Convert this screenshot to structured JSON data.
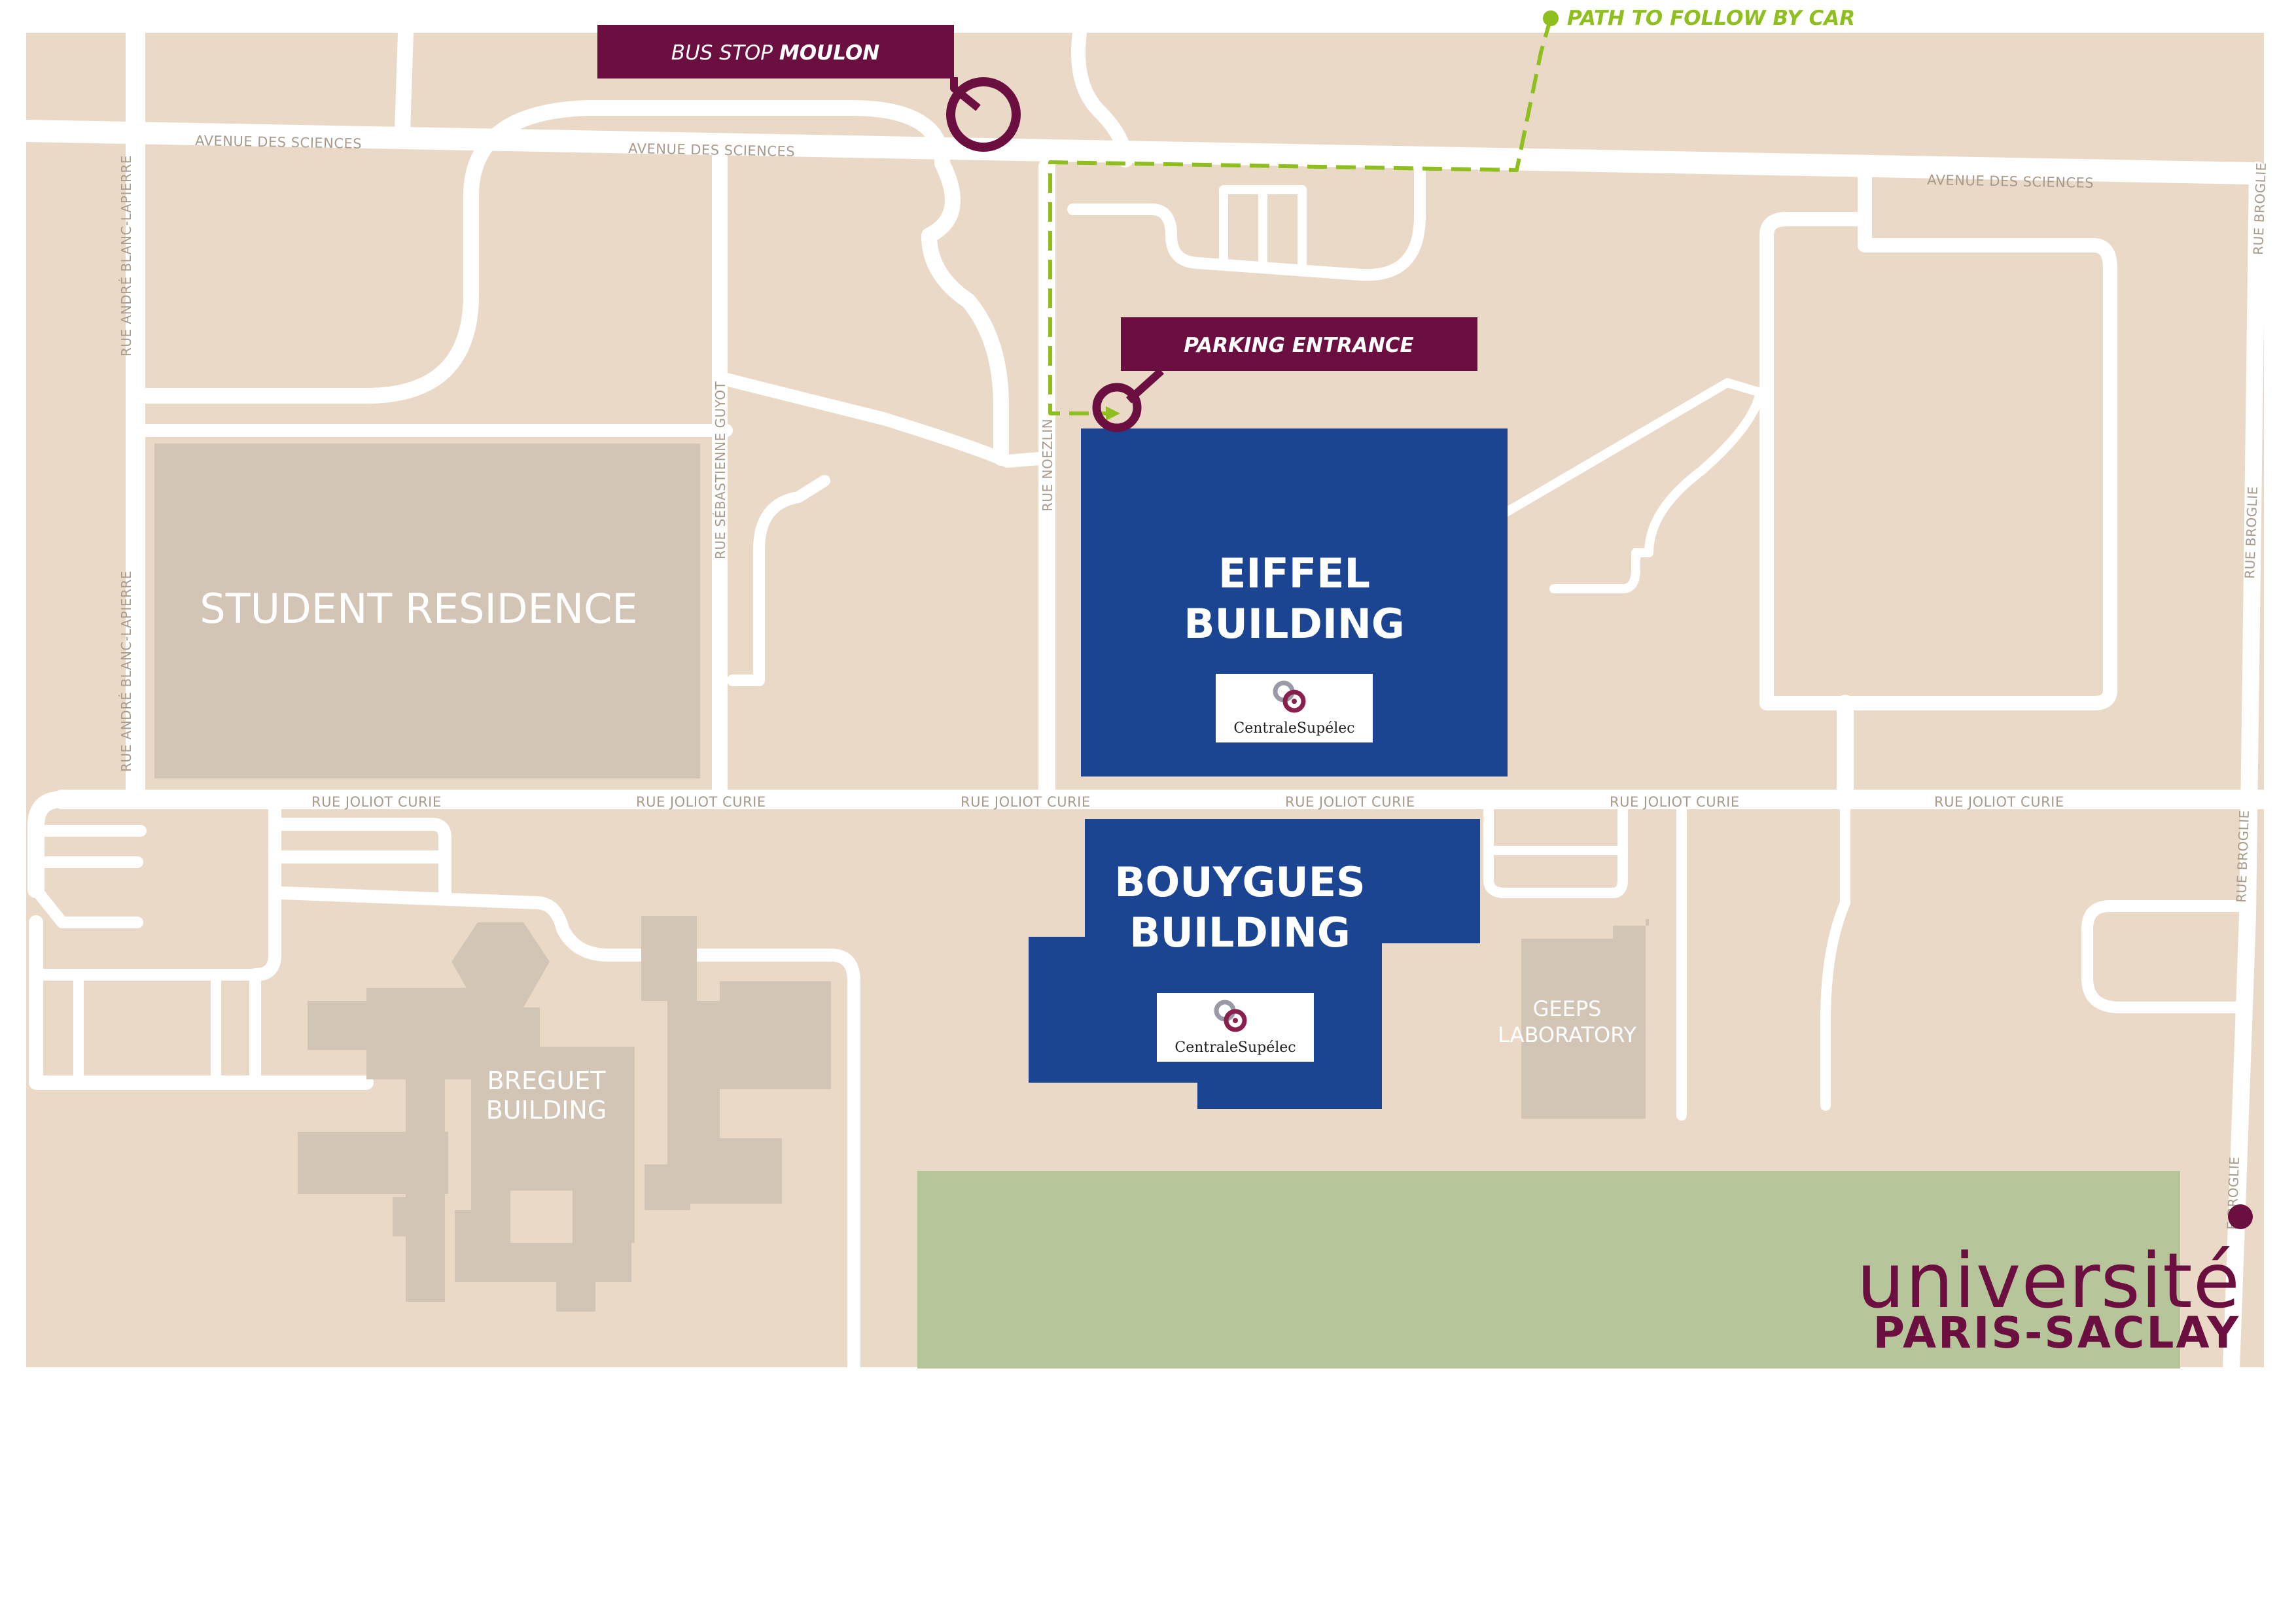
{
  "legend": {
    "label": "PATH TO FOLLOW BY CAR"
  },
  "callouts": {
    "bus_stop_prefix": "BUS STOP ",
    "bus_stop_name": "MOULON",
    "parking": "PARKING ENTRANCE"
  },
  "roads": {
    "avenue_des_sciences": "AVENUE DES SCIENCES",
    "rue_joliot_curie": "RUE JOLIOT CURIE",
    "rue_andre_blanc_lapierre": "RUE ANDRÉ BLANC-LAPIERRE",
    "rue_sebastienne_guyot": "RUE SÉBASTIENNE GUYOT",
    "rue_noezlin": "RUE NOEZLIN",
    "rue_broglie": "RUE BROGLIE",
    "rue_de_broglie_partial": "E BROGLIE"
  },
  "buildings": {
    "eiffel": {
      "line1": "EIFFEL",
      "line2": "BUILDING"
    },
    "bouygues": {
      "line1": "BOUYGUES",
      "line2": "BUILDING"
    },
    "student_residence": "STUDENT RESIDENCE",
    "breguet": {
      "line1": "BREGUET",
      "line2": "BUILDING"
    },
    "geeps": {
      "line1": "GEEPS",
      "line2": "LABORATORY"
    }
  },
  "logos": {
    "centralesupelec": "CentraleSupélec",
    "university_line1": "université",
    "university_line2": "PARIS-SACLAY"
  },
  "colors": {
    "land": "#ead9c7",
    "road": "#ffffff",
    "building_blue": "#1b4593",
    "building_grey": "#d3c5b5",
    "green_area": "#b7c59a",
    "callout": "#6a0f3f",
    "car_path": "#8fbf1e",
    "road_label": "#a89b8c"
  },
  "icons": [
    "bus-stop-marker-icon",
    "parking-entrance-marker-icon",
    "centralesupelec-logo-icon",
    "university-dot-icon"
  ]
}
